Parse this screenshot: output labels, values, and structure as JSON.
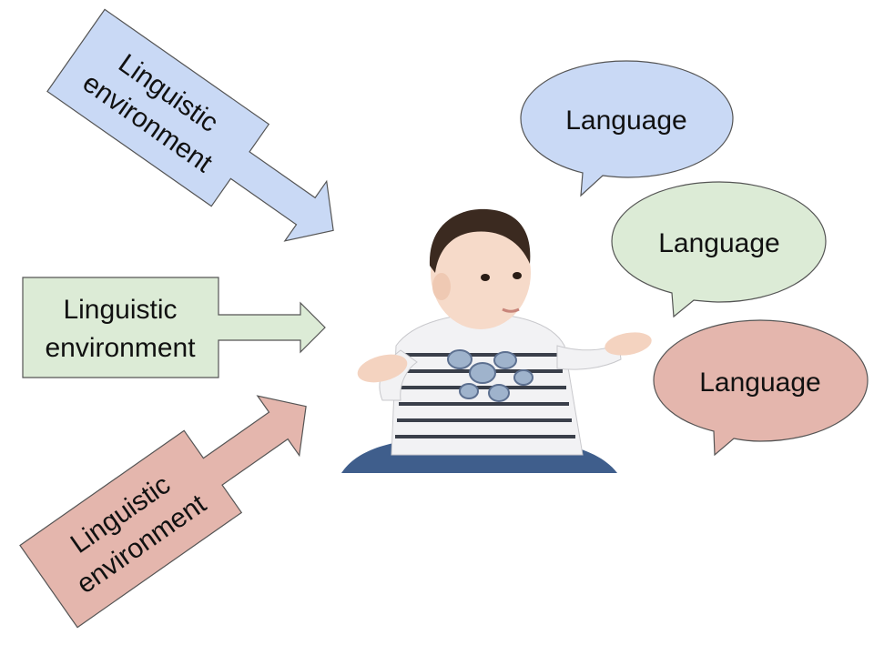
{
  "arrows": [
    {
      "id": "top",
      "line1": "Linguistic",
      "line2": "environment",
      "color": "#c9d9f5"
    },
    {
      "id": "middle",
      "line1": "Linguistic",
      "line2": "environment",
      "color": "#dcebd6"
    },
    {
      "id": "bottom",
      "line1": "Linguistic",
      "line2": "environment",
      "color": "#e4b6ad"
    }
  ],
  "bubbles": [
    {
      "id": "top",
      "text": "Language",
      "color": "#c9d9f5"
    },
    {
      "id": "middle",
      "text": "Language",
      "color": "#dcebd6"
    },
    {
      "id": "bottom",
      "text": "Language",
      "color": "#e4b6ad"
    }
  ],
  "photo": {
    "subject": "baby-photo"
  }
}
